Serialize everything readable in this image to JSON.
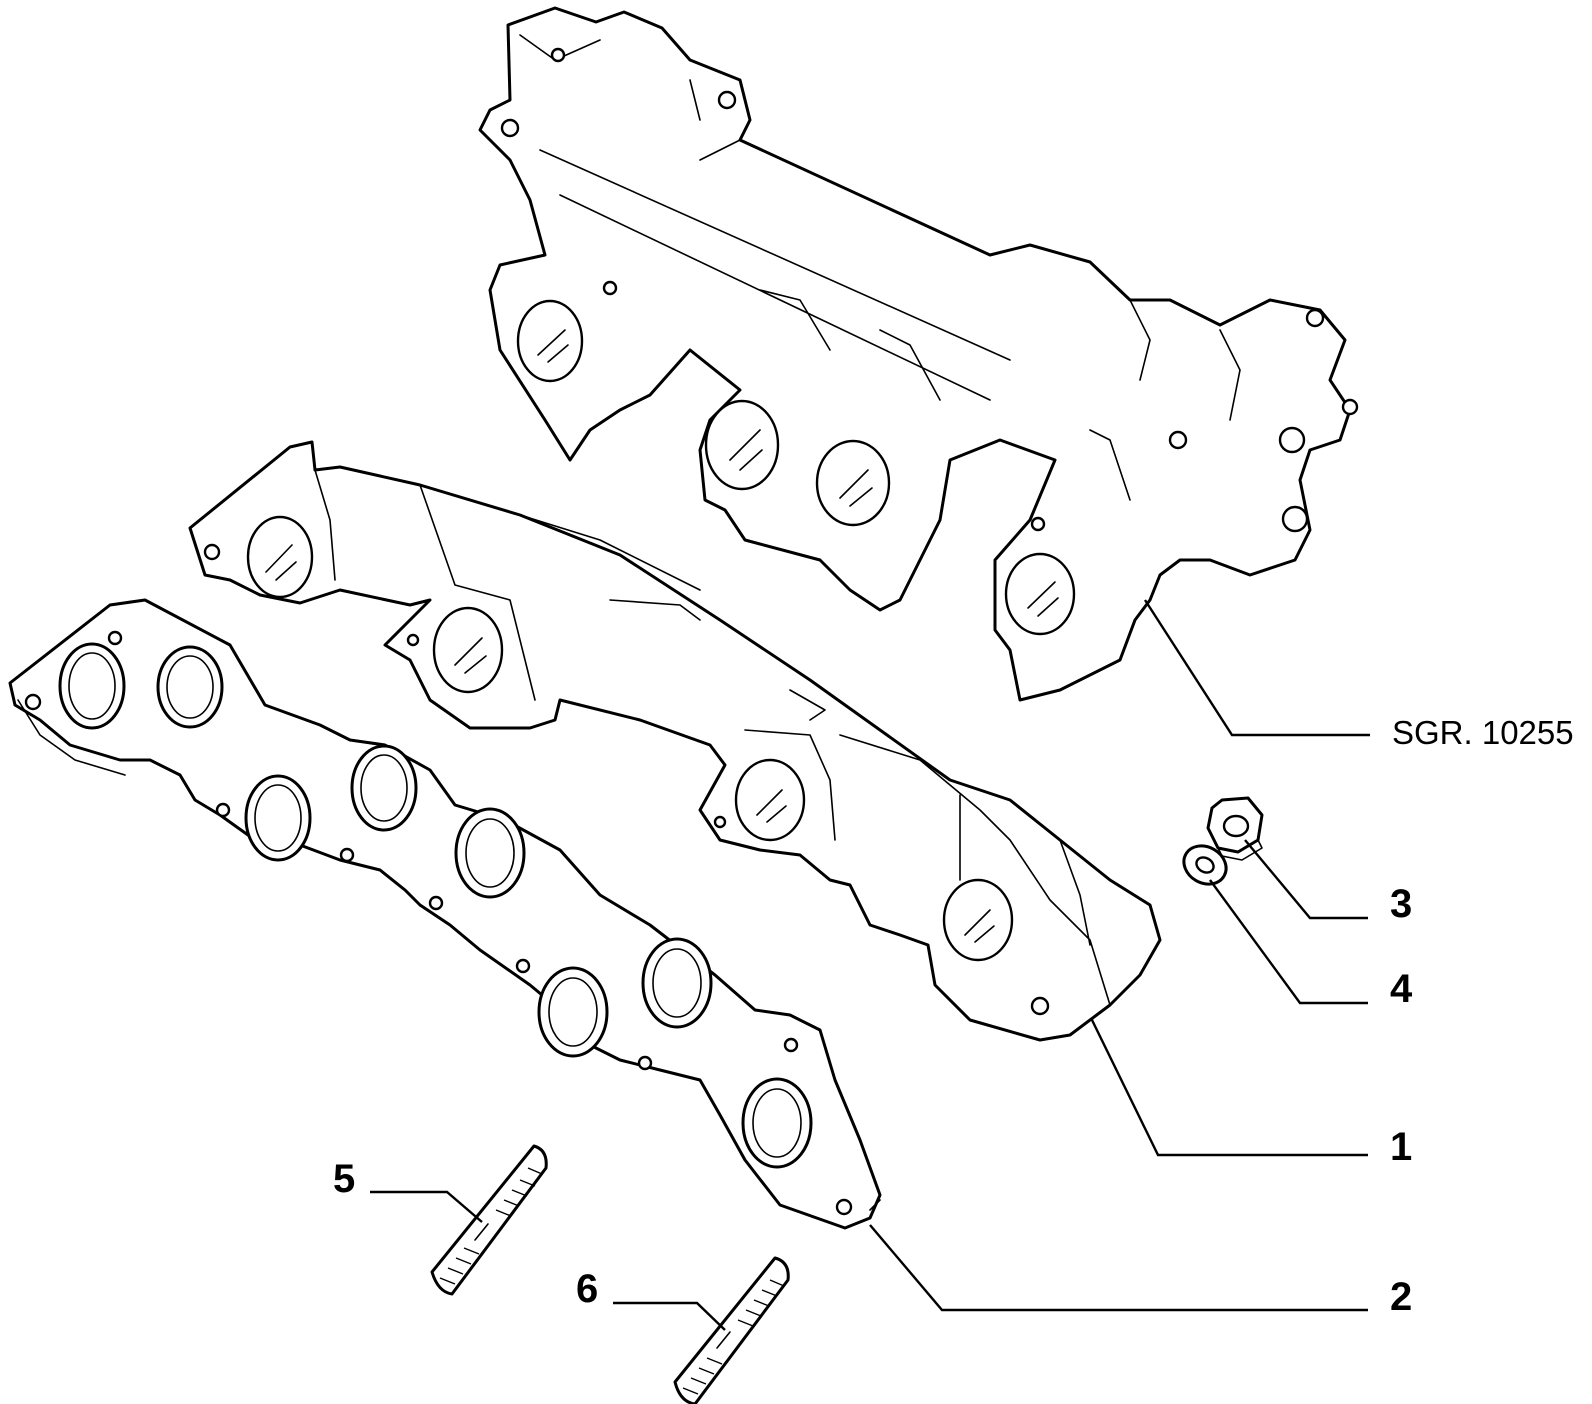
{
  "reference_code": "SGR. 10255",
  "callouts": {
    "c1": "1",
    "c2": "2",
    "c3": "3",
    "c4": "4",
    "c5": "5",
    "c6": "6"
  },
  "colors": {
    "line": "#000000",
    "background": "#ffffff"
  }
}
